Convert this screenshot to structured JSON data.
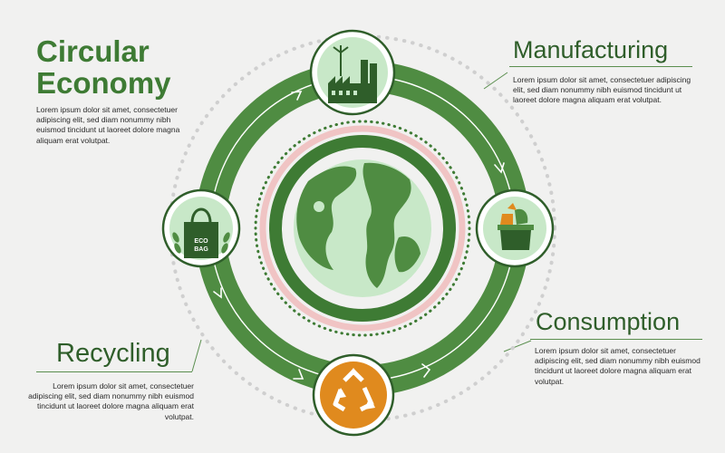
{
  "title": {
    "line1": "Circular",
    "line2": "Economy"
  },
  "intro_text": "Lorem ipsum dolor sit amet, consectetuer adipiscing elit, sed diam nonummy nibh euismod tincidunt ut laoreet dolore magna aliquam erat volutpat.",
  "stages": {
    "manufacturing": {
      "title": "Manufacturing",
      "text": "Lorem ipsum dolor sit amet, consectetuer adipiscing elit, sed diam nonummy nibh euismod tincidunt ut laoreet dolore magna aliquam erat volutpat."
    },
    "consumption": {
      "title": "Consumption",
      "text": "Lorem ipsum dolor sit amet, consectetuer adipiscing elit, sed diam nonummy nibh euismod tincidunt ut laoreet dolore magna aliquam erat volutpat."
    },
    "recycling": {
      "title": "Recycling",
      "text": "Lorem ipsum dolor sit amet, consectetuer adipiscing elit, sed diam nonummy nibh euismod tincidunt ut laoreet dolore magna aliquam erat volutpat."
    }
  },
  "bag_label": {
    "line1": "ECO",
    "line2": "BAG"
  },
  "icons": {
    "top": "factory-icon",
    "right": "trash-bin-icon",
    "bottom": "recycle-icon",
    "left": "eco-bag-icon",
    "center": "globe-icon"
  },
  "colors": {
    "dark_green": "#3e7b34",
    "mid_green": "#4f8c42",
    "light_green": "#c8e8c8",
    "pink": "#f0c4c4",
    "orange": "#e08a1e",
    "background": "#f1f1f0"
  }
}
